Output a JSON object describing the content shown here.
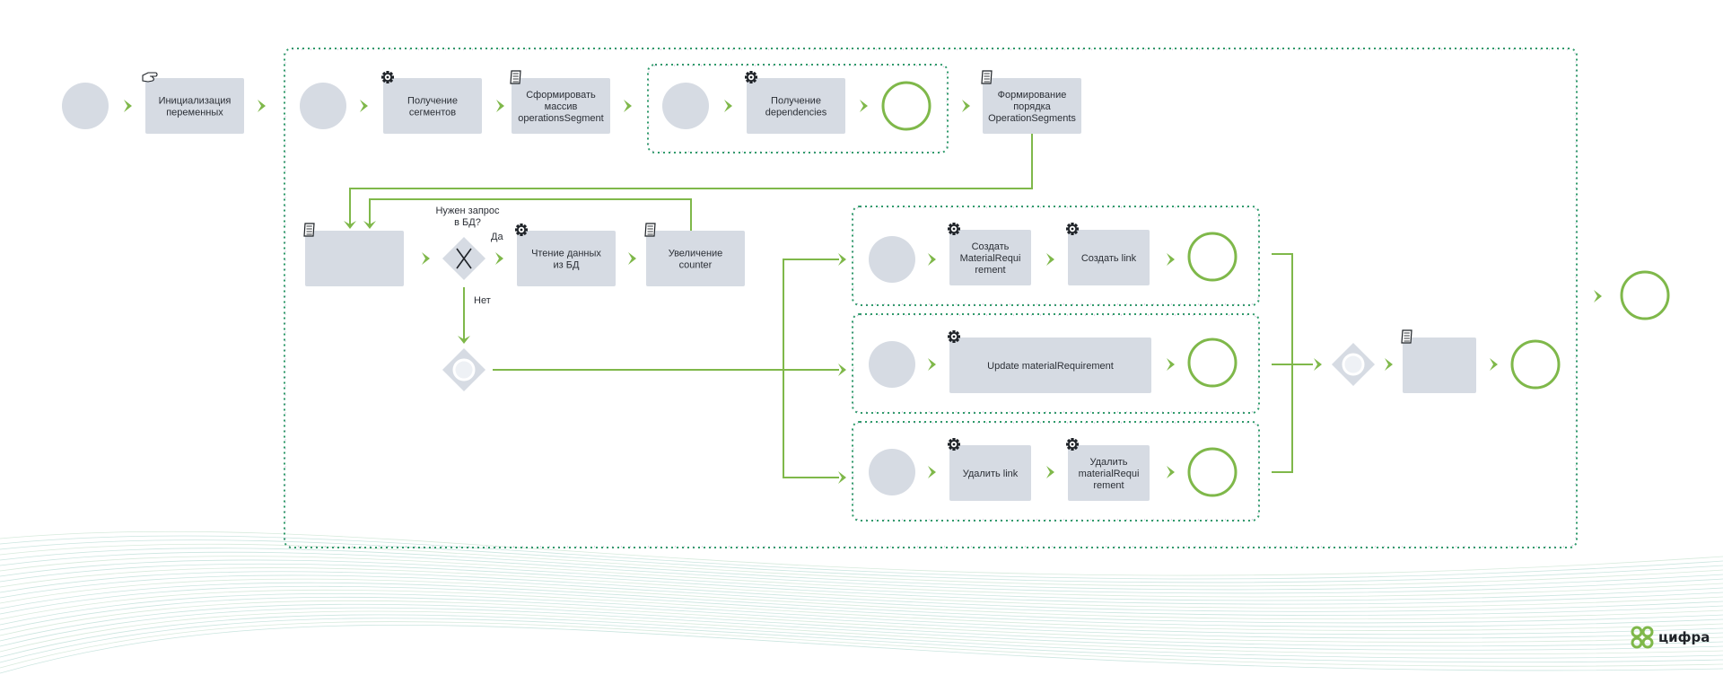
{
  "colors": {
    "task_fill": "#d6dbe3",
    "start_fill": "#d6dbe3",
    "end_stroke": "#7fb84a",
    "flow": "#7fb84a",
    "subprocess_border_a": "#2e9a6a",
    "subprocess_border_b": "#8d6aa8",
    "gateway_fill": "#d6dbe3",
    "text": "#2b2f36",
    "waves": "#9ecfc4"
  },
  "tasks": [
    {
      "id": "init",
      "label": [
        "Инициализация",
        "переменных"
      ],
      "icon": "hand-icon"
    },
    {
      "id": "get-segments",
      "label": [
        "Получение",
        "сегментов"
      ],
      "icon": "gear-icon"
    },
    {
      "id": "form-array",
      "label": [
        "Сформировать",
        "массив",
        "operationsSegment"
      ],
      "icon": "script-icon"
    },
    {
      "id": "get-deps",
      "label": [
        "Получение",
        "dependencies"
      ],
      "icon": "gear-icon"
    },
    {
      "id": "form-order",
      "label": [
        "Формирование",
        "порядка",
        "OperationSegments"
      ],
      "icon": "script-icon"
    },
    {
      "id": "loop-task",
      "label": [],
      "icon": "script-icon"
    },
    {
      "id": "read-db",
      "label": [
        "Чтение данных",
        "из БД"
      ],
      "icon": "gear-icon"
    },
    {
      "id": "inc-counter",
      "label": [
        "Увеличение",
        "counter"
      ],
      "icon": "script-icon"
    },
    {
      "id": "create-mr",
      "label": [
        "Создать",
        "MaterialRequi",
        "rement"
      ],
      "icon": "gear-icon"
    },
    {
      "id": "create-link",
      "label": [
        "Создать link"
      ],
      "icon": "gear-icon"
    },
    {
      "id": "update-mr",
      "label": [
        "Update materialRequirement"
      ],
      "icon": "gear-icon"
    },
    {
      "id": "delete-link",
      "label": [
        "Удалить link"
      ],
      "icon": "gear-icon"
    },
    {
      "id": "delete-mr",
      "label": [
        "Удалить",
        "materialRequi",
        "rement"
      ],
      "icon": "gear-icon"
    },
    {
      "id": "final-task",
      "label": [],
      "icon": "script-icon"
    }
  ],
  "gateway_labels": {
    "question": [
      "Нужен запрос",
      "в БД?"
    ],
    "yes": "Да",
    "no": "Нет"
  },
  "brand": {
    "name": "цифра",
    "icon": "cifra-logo-icon"
  }
}
